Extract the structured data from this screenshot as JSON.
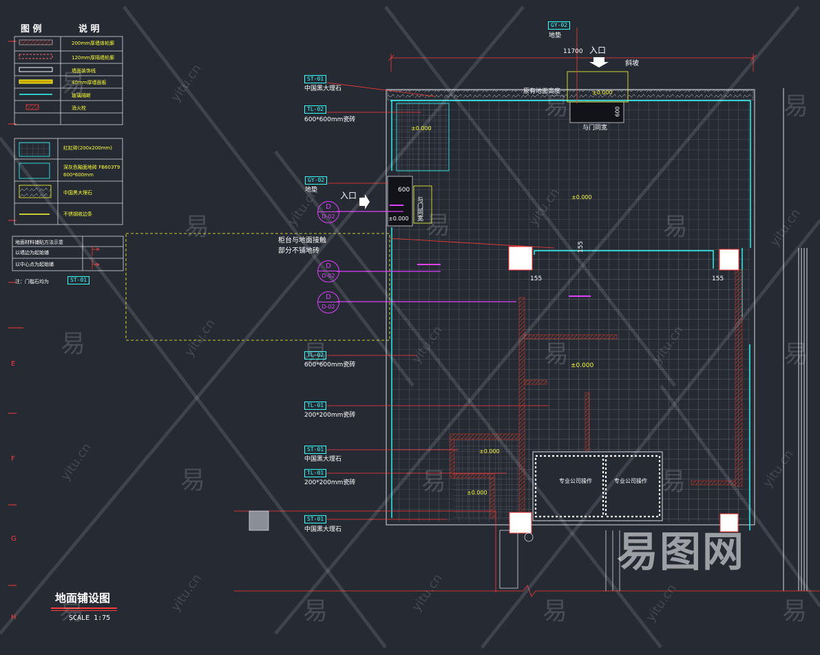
{
  "legend": {
    "header_left": "图 例",
    "header_right": "说 明",
    "rows": [
      {
        "icon": "hatched-wall-swatch",
        "text": "200mm厚墙体轮廓"
      },
      {
        "icon": "dashed-wall-swatch",
        "text": "120mm厚隔墙轮廓"
      },
      {
        "icon": "white-bar-swatch",
        "text": "墙面装饰线"
      },
      {
        "icon": "yellow-bar-swatch",
        "text": "40mm厚墙面板"
      },
      {
        "icon": "cyan-line-swatch",
        "text": "玻璃隔断"
      },
      {
        "icon": "red-block-swatch",
        "text": "消火栓"
      }
    ],
    "material_rows": [
      {
        "icon": "grid-tile-swatch",
        "text": "红缸砖(200x200mm)"
      },
      {
        "icon": "cyan-tile-swatch",
        "text": "深灰色釉面地砖 FB603T9 600*600mm"
      },
      {
        "icon": "marble-swatch",
        "text": "中国黑大理石"
      },
      {
        "icon": "yellow-line-swatch",
        "text": "不锈钢收边条"
      }
    ],
    "method_title": "地面材料铺贴方法示意",
    "method_rows": [
      "以墙边为起始铺",
      "以中心点为起始铺"
    ],
    "note_label": "注：门槛石均为",
    "note_tag": "ST-01"
  },
  "title": {
    "main": "地面铺设图",
    "scale": "SCALE 1:75"
  },
  "grid_labels": [
    "E",
    "F",
    "G",
    "H"
  ],
  "callouts": {
    "left": [
      {
        "tag": "ST-01",
        "text": "中国黑大理石"
      },
      {
        "tag": "TL-02",
        "text": "600*600mm瓷砖"
      },
      {
        "tag": "GY-02",
        "text": "地垫"
      },
      {
        "tag": "TL-02",
        "text": "600*600mm瓷砖"
      },
      {
        "tag": "TL-01",
        "text": "200*200mm瓷砖"
      },
      {
        "tag": "ST-01",
        "text": "中国黑大理石"
      },
      {
        "tag": "TL-01",
        "text": "200*200mm瓷砖"
      },
      {
        "tag": "ST-01",
        "text": "中国黑大理石"
      }
    ],
    "top": {
      "tag": "GY-02",
      "text": "地垫"
    }
  },
  "plan": {
    "overall_dim": "11700",
    "entry_top": "入口",
    "entry_left": "入口",
    "ramp": "斜坡",
    "existing_floor": "原有地面高度",
    "door_note": "与门同宽",
    "door_note_side": "与门同宽",
    "dim_600_a": "600",
    "dim_600_b": "600",
    "counter_note_1": "柜台与地面接触",
    "counter_note_2": "部分不铺地砖",
    "dim_155_left": "155",
    "dim_155_right": "155",
    "dim_155_top": "155",
    "room_a": "专业公司操作",
    "room_b": "专业公司操作"
  },
  "levels": [
    "±0.000",
    "±0.000",
    "±0.000",
    "±0.000",
    "±0.000",
    "±0.000",
    "±0.000"
  ],
  "detail_bubbles": [
    {
      "letter": "D",
      "code": "D-02"
    },
    {
      "letter": "D",
      "code": "D-02"
    },
    {
      "letter": "D",
      "code": "D-02"
    }
  ],
  "watermark": {
    "logo": "易图网",
    "char": "易",
    "site": "yitu.cn"
  },
  "colors": {
    "background": "#252a33",
    "annotation": "#ff3b3b",
    "tag": "#33ffff",
    "text": "#ffff33",
    "detail": "#e040ff"
  }
}
